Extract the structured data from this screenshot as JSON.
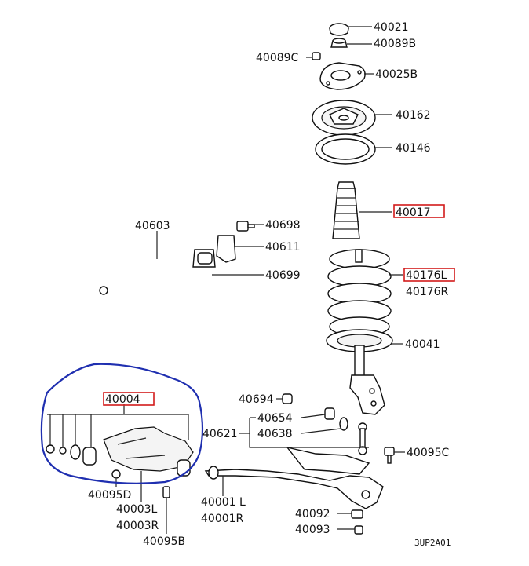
{
  "diagram": {
    "labels": {
      "p40021": "40021",
      "p40089B": "40089B",
      "p40089C": "40089C",
      "p40025B": "40025B",
      "p40162": "40162",
      "p40146": "40146",
      "p40017": "40017",
      "p40603": "40603",
      "p40698": "40698",
      "p40611": "40611",
      "p40699": "40699",
      "p40176L": "40176L",
      "p40176R": "40176R",
      "p40041": "40041",
      "p40694": "40694",
      "p40004": "40004",
      "p40654": "40654",
      "p40621": "40621",
      "p40638": "40638",
      "p40095C": "40095C",
      "p40095D": "40095D",
      "p40003L": "40003L",
      "p40003R": "40003R",
      "p40001L": "40001 L",
      "p40001R": "40001R",
      "p40092": "40092",
      "p40093": "40093",
      "p40095B": "40095B"
    },
    "diagram_code": "3UP2A01",
    "highlight_color": "#d21b1b",
    "circle_color": "#1f2fb0"
  }
}
